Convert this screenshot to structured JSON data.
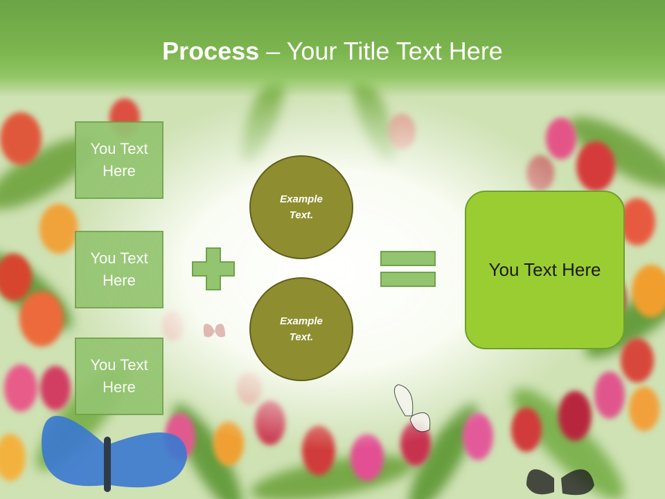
{
  "slide": {
    "title_bold": "Process",
    "title_rest": " – Your Title Text Here",
    "inputs": [
      {
        "label": "You Text Here"
      },
      {
        "label": "You Text Here"
      },
      {
        "label": "You Text Here"
      }
    ],
    "circles": [
      {
        "label": "Example Text."
      },
      {
        "label": "Example Text."
      }
    ],
    "result_label": "You Text Here"
  },
  "colors": {
    "header": "#7db64f",
    "box_fill": "#93c470",
    "circle_fill": "#8e8e30",
    "result_fill": "#9acd32",
    "operator": "#93c470"
  },
  "icons": [
    "plus-icon",
    "equals-icon",
    "butterfly-icon"
  ]
}
